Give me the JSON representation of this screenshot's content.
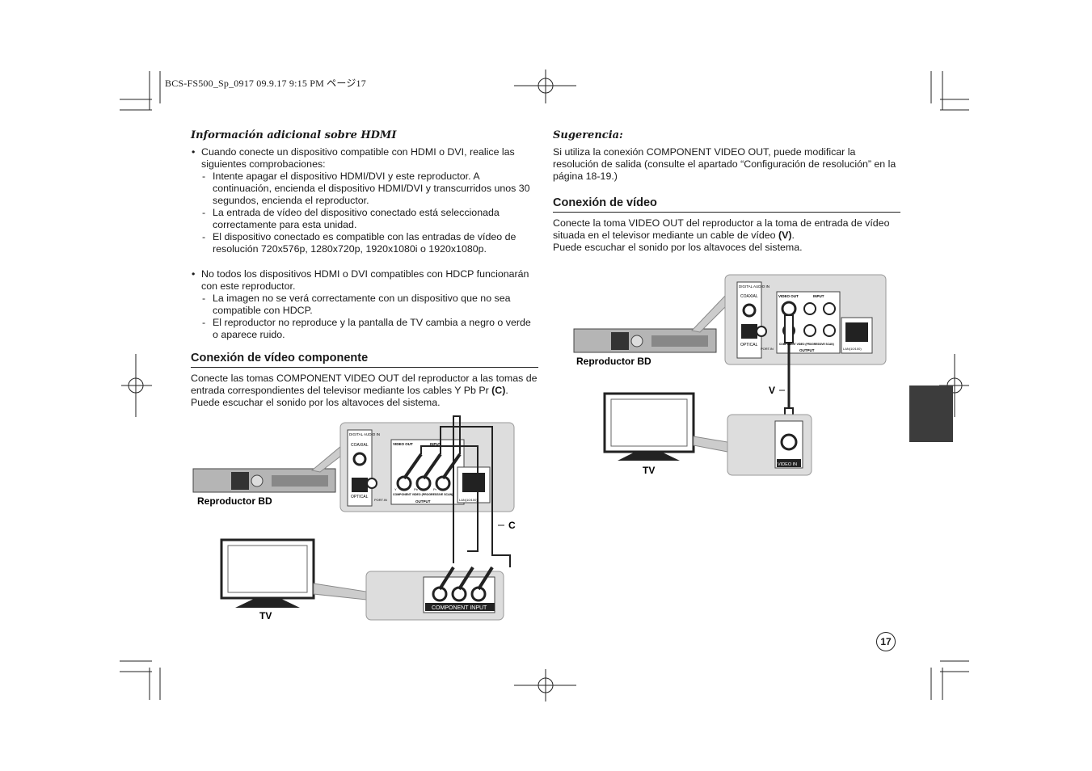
{
  "header": {
    "text": "BCS-FS500_Sp_0917  09.9.17  9:15 PM     ページ17"
  },
  "left": {
    "hdmi_title": "Información adicional sobre HDMI",
    "bullets": [
      {
        "text": "Cuando conecte un dispositivo compatible con HDMI o DVI, realice las siguientes comprobaciones:",
        "items": [
          "Intente apagar el dispositivo HDMI/DVI y este reproductor. A continuación, encienda el dispositivo HDMI/DVI y transcurridos unos 30 segundos, encienda el reproductor.",
          "La entrada de vídeo del dispositivo conectado está seleccionada correctamente para esta unidad.",
          "El dispositivo conectado es compatible con las entradas de vídeo de resolución 720x576p, 1280x720p, 1920x1080i o 1920x1080p."
        ]
      },
      {
        "text": "No todos los dispositivos HDMI o DVI compatibles con HDCP funcionarán con este reproductor.",
        "items": [
          "La imagen no se verá correctamente con un dispositivo que no sea compatible con HDCP.",
          "El reproductor no reproduce y la pantalla de TV cambia a negro o verde o aparece ruido."
        ]
      }
    ],
    "component_title": "Conexión de vídeo componente",
    "component_text_1": "Conecte las tomas COMPONENT VIDEO OUT del reproductor a las tomas de entrada correspondientes del televisor mediante los cables Y Pb Pr ",
    "component_text_bold": "(C)",
    "component_text_2": ".",
    "component_text_3": "Puede escuchar el sonido por los altavoces del sistema.",
    "diagram": {
      "player_label": "Reproductor BD",
      "tv_label": "TV",
      "cable_label": "C",
      "digital_audio_in": "DIGITAL AUDIO IN",
      "coaxial": "COAXIAL",
      "optical": "OPTICAL",
      "video_out": "VIDEO OUT",
      "input": "INPUT",
      "component_video": "COMPONENT VIDEO (PROGRESSIVE SCAN)",
      "output": "OUTPUT",
      "portable": "PORT.IN",
      "lan": "LAN(10/100)",
      "component_input": "COMPONENT INPUT",
      "y": "Y",
      "pb": "Pb",
      "pr": "Pr"
    }
  },
  "right": {
    "tip_title": "Sugerencia:",
    "tip_text": "Si utiliza la conexión COMPONENT VIDEO OUT, puede modificar la resolución de salida (consulte el apartado “Configuración de resolución” en la página 18-19.)",
    "video_title": "Conexión de vídeo",
    "video_text_1": "Conecte la toma VIDEO OUT del reproductor a la toma de entrada de vídeo situada en el televisor mediante un cable de vídeo ",
    "video_text_bold": "(V)",
    "video_text_2": ".",
    "video_text_3": "Puede escuchar el sonido por los altavoces del sistema.",
    "diagram": {
      "player_label": "Reproductor BD",
      "tv_label": "TV",
      "cable_label": "V",
      "digital_audio_in": "DIGITAL AUDIO IN",
      "coaxial": "COAXIAL",
      "optical": "OPTICAL",
      "video_out": "VIDEO OUT",
      "input": "INPUT",
      "component_video": "COMPONENT VIDEO (PROGRESSIVE SCAN)",
      "output": "OUTPUT",
      "portable": "PORT.IN",
      "lan": "LAN(10/100)",
      "video_in": "VIDEO IN"
    }
  },
  "page_number": "17"
}
